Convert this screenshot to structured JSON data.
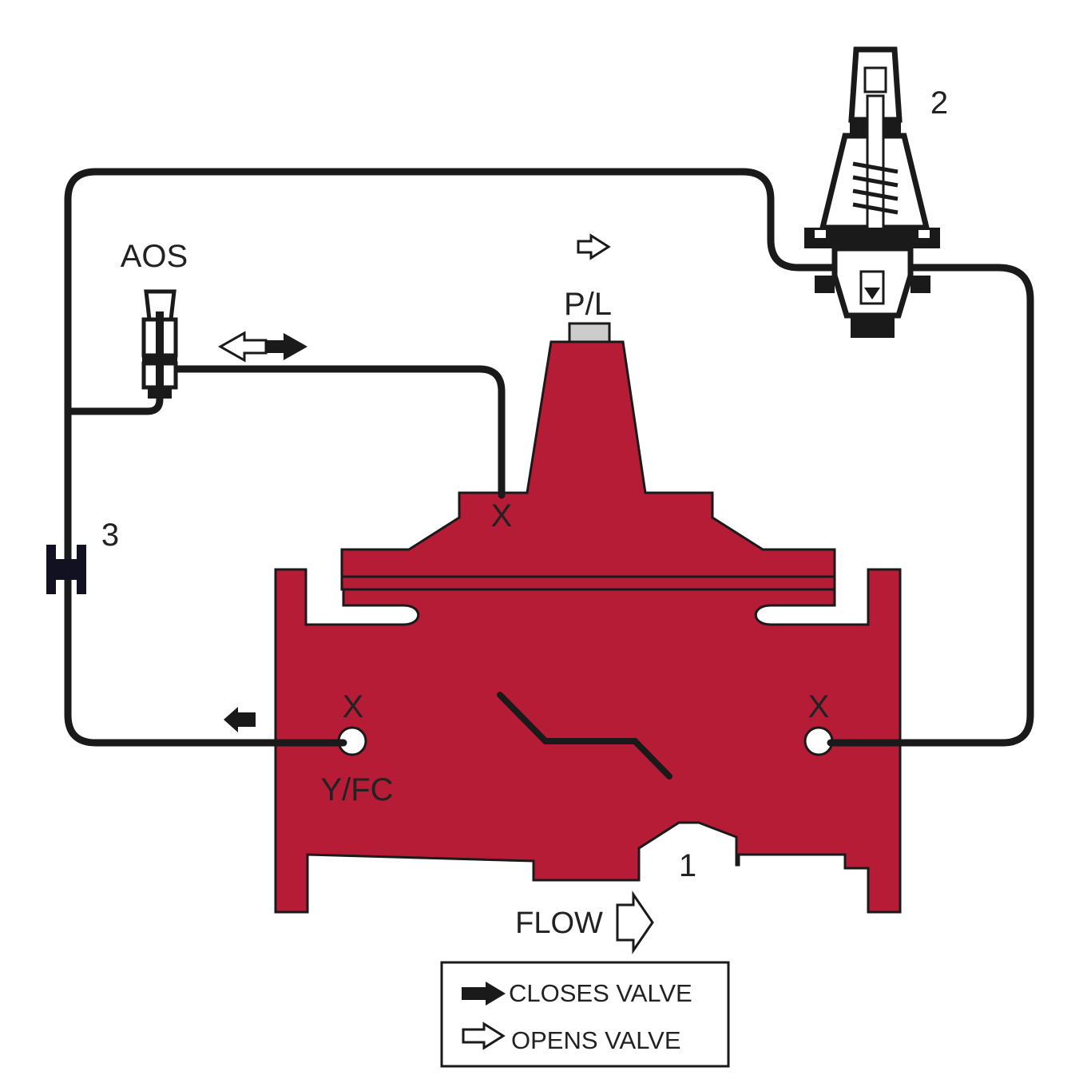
{
  "colors": {
    "valve_body": "#b71c36",
    "pipe": "#1a1a1a",
    "background": "#ffffff",
    "pressure_cap": "#cccccc"
  },
  "labels": {
    "pilot_number": "2",
    "aos": "AOS",
    "pl": "P/L",
    "cock_number": "3",
    "x_upper": "X",
    "x_inlet": "X",
    "x_outlet": "X",
    "yfc": "Y/FC",
    "valve_number": "1",
    "flow": "FLOW"
  },
  "legend": {
    "closes": "CLOSES VALVE",
    "opens": "OPENS VALVE"
  },
  "icons": {
    "closes": "solid-arrow-icon",
    "opens": "hollow-arrow-icon",
    "flow": "flow-arrow-icon"
  }
}
